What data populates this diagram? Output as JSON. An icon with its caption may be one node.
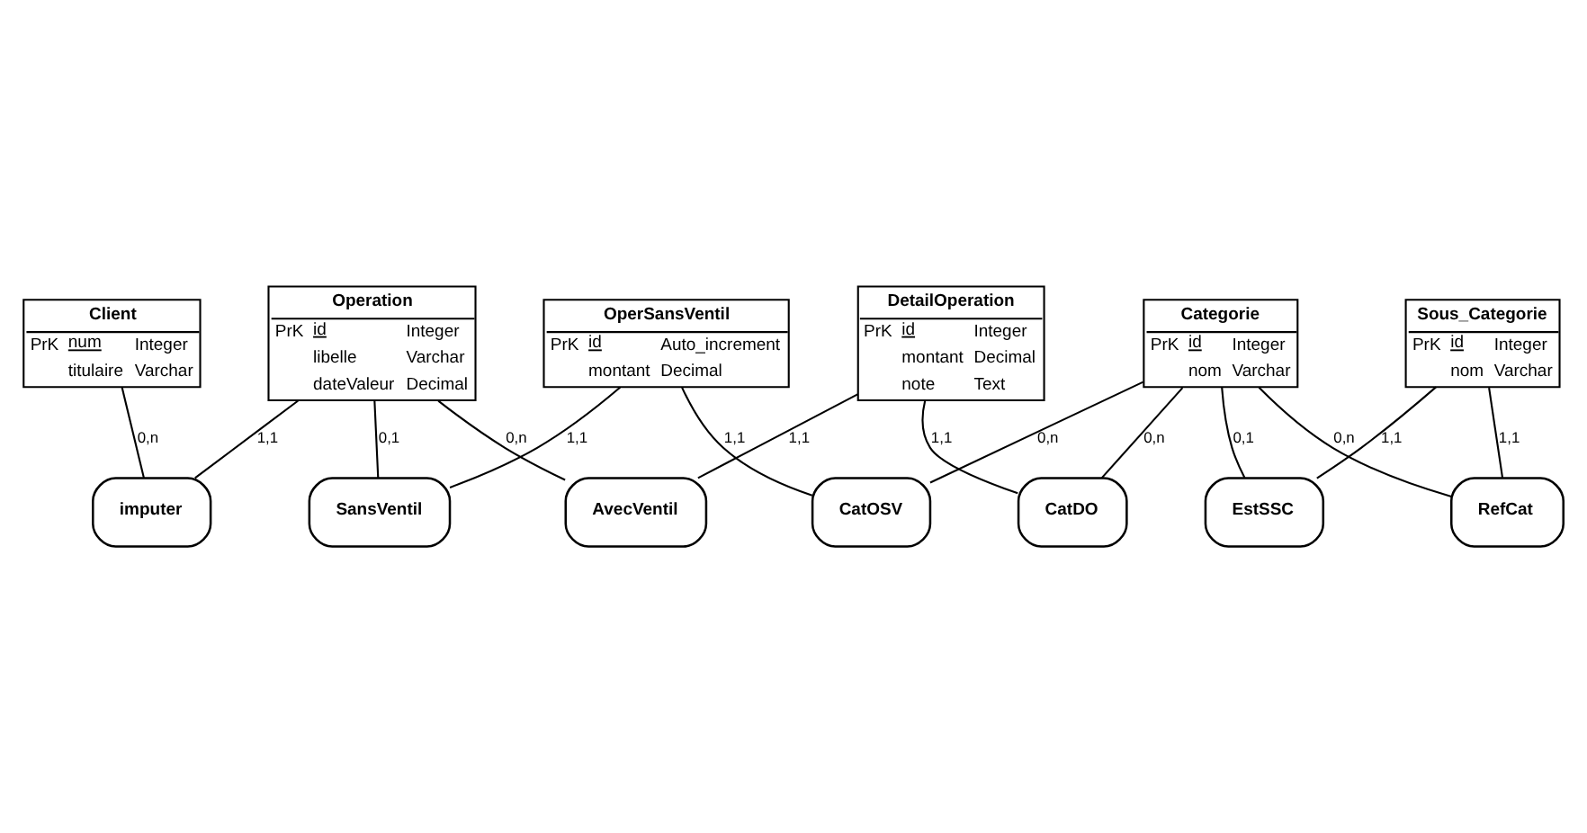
{
  "diagram": {
    "nodes": [
      {
        "text": [
          "Client",
          "PrK",
          "num",
          "Integer",
          "titulaire",
          "Varchar"
        ]
      },
      {
        "text": [
          "imputer"
        ]
      },
      {
        "text": [
          "Operation",
          "PrK",
          "id",
          "Integer",
          "libelle",
          "Varchar",
          "dateValeur",
          "Decimal"
        ]
      },
      {
        "text": [
          "SansVentil"
        ]
      },
      {
        "text": [
          "AvecVentil"
        ]
      },
      {
        "text": [
          "OperSansVentil",
          "PrK",
          "id",
          "Auto_increment",
          "montant",
          "Decimal"
        ]
      },
      {
        "text": [
          "DetailOperation",
          "PrK",
          "id",
          "Integer",
          "montant",
          "Decimal",
          "note",
          "Text"
        ]
      },
      {
        "text": [
          "CatOSV"
        ]
      },
      {
        "text": [
          "CatDO"
        ]
      },
      {
        "text": [
          "Sous_Categorie",
          "PrK",
          "id",
          "Integer",
          "nom",
          "Varchar"
        ]
      },
      {
        "text": [
          "EstSSC"
        ]
      },
      {
        "text": [
          "Categorie",
          "PrK",
          "id",
          "Integer",
          "nom",
          "Varchar"
        ]
      },
      {
        "text": [
          "RefCat"
        ]
      }
    ],
    "edges": [
      {
        "from": 0,
        "to": 1,
        "arrow": "none",
        "label": "0,n"
      },
      {
        "from": 2,
        "to": 1,
        "arrow": "none",
        "label": "1,1"
      },
      {
        "from": 2,
        "to": 3,
        "arrow": "none",
        "label": "0,1"
      },
      {
        "from": 2,
        "to": 4,
        "arrow": "none",
        "label": "0,n"
      },
      {
        "from": 5,
        "to": 3,
        "arrow": "none",
        "label": "1,1"
      },
      {
        "from": 6,
        "to": 4,
        "arrow": "none",
        "label": "1,1"
      },
      {
        "from": 5,
        "to": 7,
        "arrow": "none",
        "label": "1,1"
      },
      {
        "from": 6,
        "to": 8,
        "arrow": "none",
        "label": "1,1"
      },
      {
        "from": 11,
        "to": 7,
        "arrow": "none",
        "label": "0,n"
      },
      {
        "from": 11,
        "to": 8,
        "arrow": "none",
        "label": "0,n"
      },
      {
        "from": 9,
        "to": 10,
        "arrow": "none",
        "label": "1,1"
      },
      {
        "from": 11,
        "to": 10,
        "arrow": "none",
        "label": "0,1"
      },
      {
        "from": 9,
        "to": 12,
        "arrow": "none",
        "label": "1,1"
      },
      {
        "from": 11,
        "to": 12,
        "arrow": "none",
        "label": "0,n"
      }
    ]
  }
}
